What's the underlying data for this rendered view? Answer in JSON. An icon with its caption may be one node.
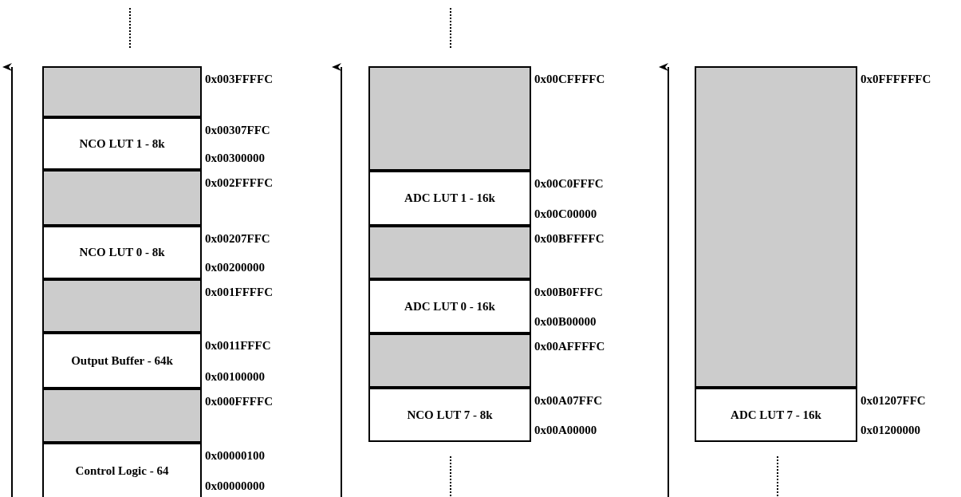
{
  "diagram": {
    "nodes": [
      {
        "text": [],
        "shape": "box",
        "beside": [
          "0x003FFFFC"
        ]
      },
      {
        "text": [
          "NCO LUT 1 - 8k"
        ],
        "beside": [
          "0x00307FFC",
          "0x00300000"
        ]
      },
      {
        "text": [],
        "shape": "box",
        "beside": [
          "0x002FFFFC"
        ]
      },
      {
        "text": [
          "NCO LUT 0 - 8k"
        ],
        "beside": [
          "0x00207FFC",
          "0x00200000"
        ]
      },
      {
        "text": [],
        "shape": "box",
        "beside": [
          "0x001FFFFC"
        ]
      },
      {
        "text": [
          "Output Buffer - 64k"
        ],
        "beside": [
          "0x0011FFFC",
          "0x00100000"
        ]
      },
      {
        "text": [],
        "shape": "box",
        "beside": [
          "0x000FFFFC"
        ]
      },
      {
        "text": [
          "Control Logic - 64"
        ],
        "beside": [
          "0x00000100",
          "0x00000000"
        ]
      },
      {
        "text": [],
        "shape": "box",
        "beside": [
          "0x00CFFFFC"
        ]
      },
      {
        "text": [
          "ADC LUT 1 - 16k"
        ],
        "beside": [
          "0x00C0FFFC",
          "0x00C00000"
        ]
      },
      {
        "text": [],
        "shape": "box",
        "beside": [
          "0x00BFFFFC"
        ]
      },
      {
        "text": [
          "ADC LUT 0 - 16k"
        ],
        "beside": [
          "0x00B0FFFC",
          "0x00B00000"
        ]
      },
      {
        "text": [],
        "shape": "box",
        "beside": [
          "0x00AFFFFC"
        ]
      },
      {
        "text": [
          "NCO LUT 7 - 8k"
        ],
        "beside": [
          "0x00A07FFC",
          "0x00A00000"
        ]
      },
      {
        "text": [],
        "shape": "box",
        "beside": [
          "0x0FFFFFFC"
        ]
      },
      {
        "text": [
          "ADC LUT 7 - 16k"
        ],
        "beside": [
          "0x01207FFC",
          "0x01200000"
        ]
      }
    ]
  }
}
